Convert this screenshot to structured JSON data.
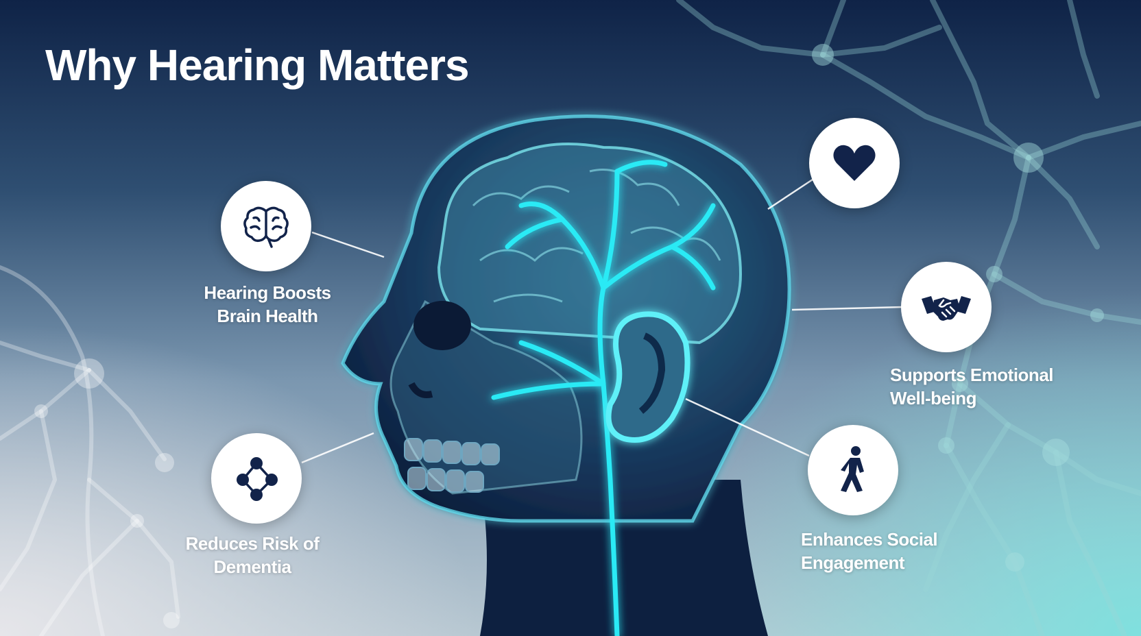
{
  "title": "Why Hearing Matters",
  "benefits": [
    {
      "icon": "brain-icon",
      "line1": "Hearing Boosts",
      "line2": "Brain Health"
    },
    {
      "icon": "network-nodes-icon",
      "line1": "Reduces Risk of",
      "line2": "Dementia"
    },
    {
      "icon": "heart-icon",
      "line1": "",
      "line2": ""
    },
    {
      "icon": "handshake-icon",
      "line1": "Supports Emotional",
      "line2": "Well-being"
    },
    {
      "icon": "walking-person-icon",
      "line1": "Enhances Social",
      "line2": "Engagement"
    }
  ],
  "colors": {
    "background_top": "#0f2347",
    "accent_glow": "#22e4f0",
    "icon_dark": "#12234a",
    "teal_network": "#7fe0de"
  }
}
